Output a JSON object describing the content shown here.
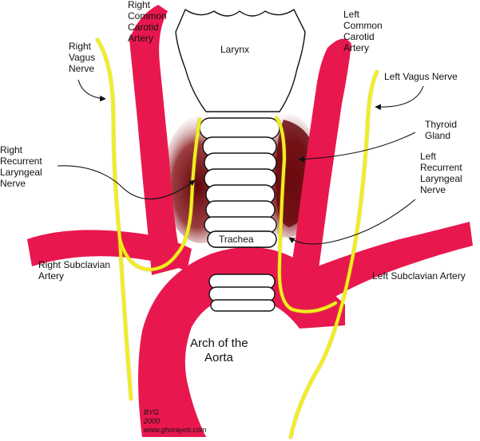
{
  "labels": {
    "larynx": "Larynx",
    "trachea": "Trachea",
    "right_common_carotid": [
      "Right",
      "Common",
      "Carotid",
      "Artery"
    ],
    "left_common_carotid": [
      "Left",
      "Common",
      "Carotid",
      "Artery"
    ],
    "right_vagus": [
      "Right",
      "Vagus",
      "Nerve"
    ],
    "left_vagus": "Left Vagus Nerve",
    "thyroid_gland": [
      "Thyroid",
      "Gland"
    ],
    "right_recurrent_laryngeal": [
      "Right",
      "Recurrent",
      "Laryngeal",
      "Nerve"
    ],
    "left_recurrent_laryngeal": [
      "Left",
      "Recurrent",
      "Laryngeal",
      "Nerve"
    ],
    "right_subclavian": [
      "Right Subclavian",
      "Artery"
    ],
    "left_subclavian": "Left Subclavian Artery",
    "arch_of_aorta": [
      "Arch of the",
      "Aorta"
    ]
  },
  "credit": [
    "BYG",
    "2000",
    "www.ghorayeb.com"
  ],
  "colors": {
    "artery": "#e8184e",
    "nerve": "#f2ee20",
    "thyroid": "#7a0f12"
  }
}
